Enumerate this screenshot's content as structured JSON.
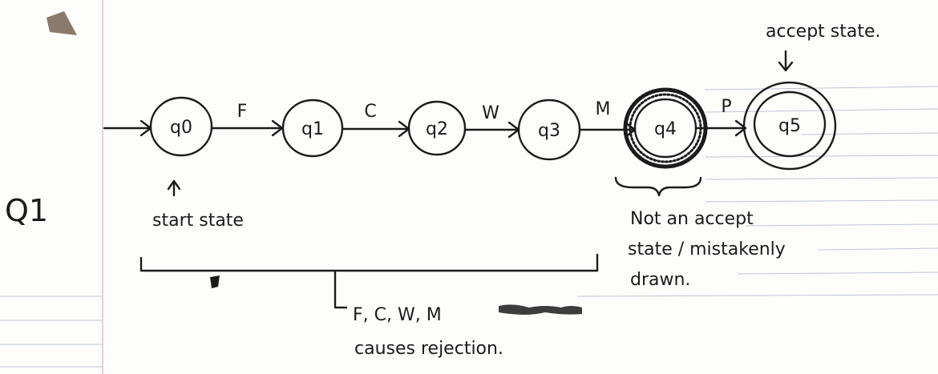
{
  "question_label": "Q1",
  "states": [
    {
      "id": "q0",
      "label": "q0"
    },
    {
      "id": "q1",
      "label": "q1"
    },
    {
      "id": "q2",
      "label": "q2"
    },
    {
      "id": "q3",
      "label": "q3"
    },
    {
      "id": "q4",
      "label": "q4"
    },
    {
      "id": "q5",
      "label": "q5"
    }
  ],
  "transitions": [
    {
      "from": "q0",
      "to": "q1",
      "label": "F"
    },
    {
      "from": "q1",
      "to": "q2",
      "label": "C"
    },
    {
      "from": "q2",
      "to": "q3",
      "label": "W"
    },
    {
      "from": "q3",
      "to": "q4",
      "label": "M"
    },
    {
      "from": "q4",
      "to": "q5",
      "label": "P"
    }
  ],
  "annotations": {
    "accept_state": "accept state.",
    "start_state": "start state",
    "not_accept_line1": "Not an accept",
    "not_accept_line2": "state / mistakenly",
    "not_accept_line3": "drawn.",
    "rejection_line1": "F, C, W, M",
    "rejection_line2": "causes rejection."
  },
  "colors": {
    "ink": "#1b1b1b",
    "paper": "#fdfdfc",
    "ruling": "#bfc6cf",
    "margin": "#c9b6c8"
  }
}
